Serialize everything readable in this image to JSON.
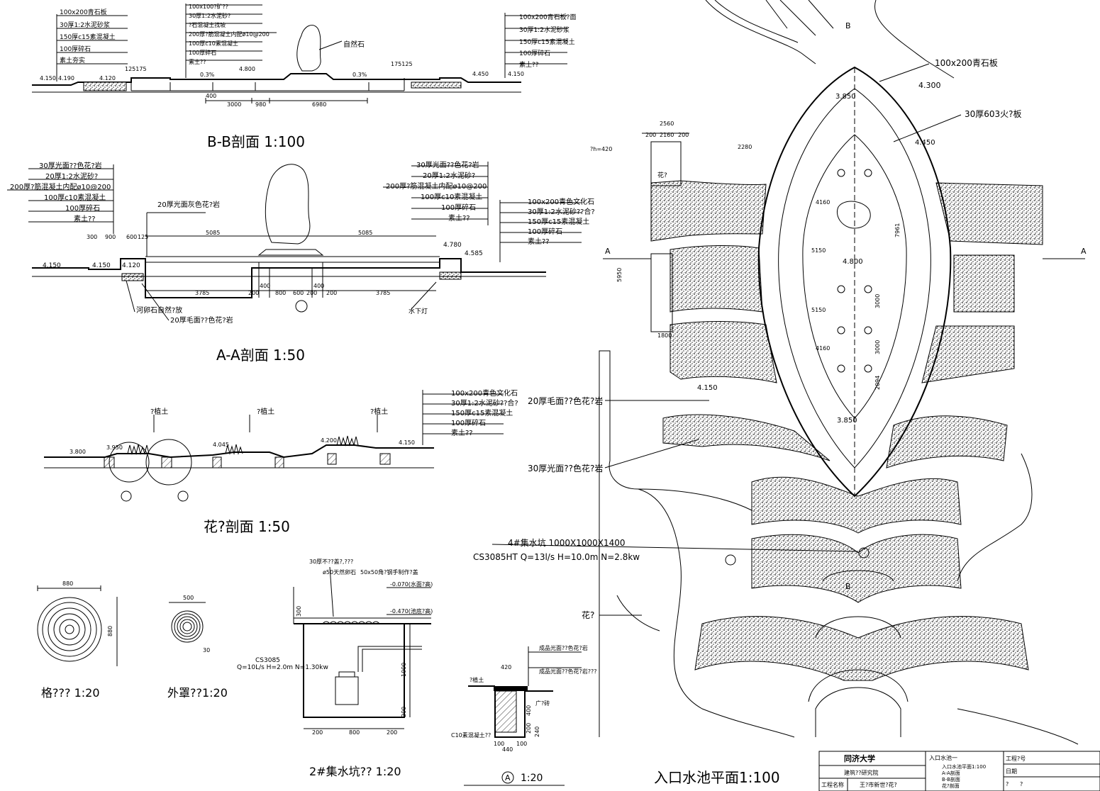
{
  "sections": {
    "bb": {
      "title": "B-B剖面 1:100",
      "left_labels": [
        "100x200青石板",
        "30厚1:2水泥砂浆",
        "150厚c15素混凝土",
        "100厚碎石",
        "素土夯实"
      ],
      "top_labels": [
        "100x100?矿??",
        "30厚1:2水泥砂?",
        "?石混凝土找坡",
        "200厚?筋混凝土内配ø10@200",
        "100厚c10素混凝土",
        "100厚碎石",
        "素土??"
      ],
      "right_labels": [
        "100x200青石板?面",
        "30厚1:2水泥砂浆",
        "150厚c15素混凝土",
        "100厚碎石",
        "素土??"
      ],
      "rock_label": "自然石",
      "elevs": [
        "4.150",
        "4.190",
        "4.120",
        "4.800",
        "4.450",
        "4.150"
      ],
      "slopes": [
        "0.3%",
        "0.3%"
      ],
      "dims": [
        "3000",
        "980",
        "6980",
        "175125",
        "125175",
        "400"
      ]
    },
    "aa": {
      "title": "A-A剖面 1:50",
      "left_labels": [
        "30厚光面??色花?岩",
        "20厚1:2水泥砂?",
        "200厚?筋混凝土内配ø10@200",
        "100厚c10素混凝土",
        "100厚碎石",
        "素土??"
      ],
      "right_labels": [
        "30厚光面??色花?岩",
        "20厚1:2水泥砂?",
        "200厚?筋混凝土内配ø10@200",
        "100厚c10素混凝土",
        "100厚碎石",
        "素土??"
      ],
      "far_right_labels": [
        "100x200青色文化石",
        "30厚1:2水泥砂??合?",
        "150厚c15素混凝土",
        "100厚碎石",
        "素土??"
      ],
      "top_label": "20厚光面灰色花?岩",
      "bottom_labels": [
        "河卵石自然?放",
        "20厚毛面??色花?岩"
      ],
      "side_label": "水下灯",
      "dims": [
        "300",
        "900",
        "600",
        "125",
        "5085",
        "5085",
        "3785",
        "3785",
        "200",
        "400",
        "800",
        "600",
        "200",
        "400",
        "200"
      ],
      "elevs": [
        "4.150",
        "4.120",
        "4.150",
        "4.780",
        "4.585"
      ]
    },
    "flower": {
      "title": "花?剖面 1:50",
      "soil_labels": [
        "?植土",
        "?植土",
        "?植土"
      ],
      "right_labels": [
        "100x200青色文化石",
        "30厚1:2水泥砂??合?",
        "150厚c15素混凝土",
        "100厚碎石",
        "素土??"
      ],
      "elevs": [
        "3.800",
        "3.950",
        "4.045",
        "4.200",
        "4.150"
      ]
    },
    "grate": {
      "title": "格??? 1:20",
      "dim_w": "880",
      "dim_h": "880"
    },
    "cover": {
      "title": "外罩??1:20",
      "dim_w": "500",
      "dim_h": "30"
    },
    "pit": {
      "title": "2#集水坑?? 1:20",
      "labels": [
        "30厚不??盖?,???",
        "ø50天然卵石",
        "50x50角?钢手制作?盖",
        "-0.070(水面?高)",
        "-0.470(池底?高)"
      ],
      "pump_label": "CS3085",
      "pump_spec": "Q=10L/s H=2.0m N=1.30kw",
      "dims": [
        "200",
        "800",
        "200",
        "1000",
        "200",
        "300"
      ]
    },
    "detailA": {
      "title": "1:20",
      "marker": "A",
      "labels": [
        "成品光面??色花?岩",
        "成品光面??色花?岩???",
        "?植土",
        "广?砖",
        "C10素混凝土??"
      ],
      "dims": [
        "420",
        "440",
        "100",
        "100",
        "400",
        "200",
        "240"
      ]
    }
  },
  "plan": {
    "title": "入口水池平面1:100",
    "pavement_label": "100x200青石板",
    "cover_label": "30厚603火?板",
    "granite_labels": [
      "20厚毛面??色花?岩",
      "30厚光面??色花?岩"
    ],
    "flower_label": "花?",
    "planter_label": "花?",
    "pit_label": "4#集水坑 1000X1000X1400",
    "pump_label": "CS3085HT Q=13l/s H=10.0m N=2.8kw",
    "elevs": [
      "4.300",
      "4.450",
      "3.850",
      "4.800",
      "3.850",
      "4.150"
    ],
    "section_marks": [
      "A",
      "A",
      "B",
      "B"
    ],
    "dims": [
      "2560",
      "200",
      "2160",
      "200",
      "2280",
      "4160",
      "5150",
      "5150",
      "4160",
      "3000",
      "3000",
      "2094",
      "7961",
      "1800",
      "5950",
      "420"
    ],
    "note": "?h=420"
  },
  "title_block": {
    "school": "同济大学",
    "institute": "建筑??研究院",
    "project_label": "工程名称",
    "project_value": "王?市新世?花?",
    "drawing_name": "入口水池一",
    "contents": [
      "入口水池平面1:100",
      "A-A剖面",
      "B-B剖面",
      "花?剖面"
    ],
    "fields": [
      "工程?号",
      "日期",
      "?",
      "?"
    ]
  }
}
